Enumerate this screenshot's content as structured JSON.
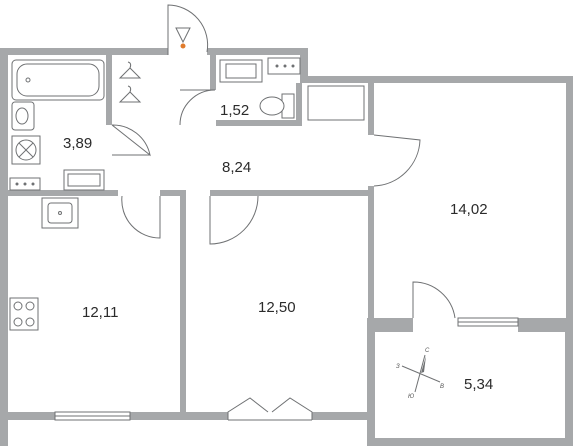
{
  "rooms": {
    "bathroom": {
      "area": "3,89"
    },
    "toilet": {
      "area": "1,52"
    },
    "hallway": {
      "area": "8,24"
    },
    "living_room": {
      "area": "14,02"
    },
    "kitchen": {
      "area": "12,11"
    },
    "bedroom": {
      "area": "12,50"
    },
    "balcony": {
      "area": "5,34"
    }
  },
  "compass": {
    "north": "С",
    "south": "Ю",
    "east": "В",
    "west": "З"
  },
  "colors": {
    "wall": "#a6a8aa",
    "line": "#6f7173",
    "entrance_marker": "#e07b2c"
  },
  "icons": [
    "hanger-icon",
    "bathtub-icon",
    "sink-icon",
    "washing-machine-icon",
    "stove-icon",
    "toilet-icon",
    "entrance-marker-icon",
    "compass-icon"
  ]
}
